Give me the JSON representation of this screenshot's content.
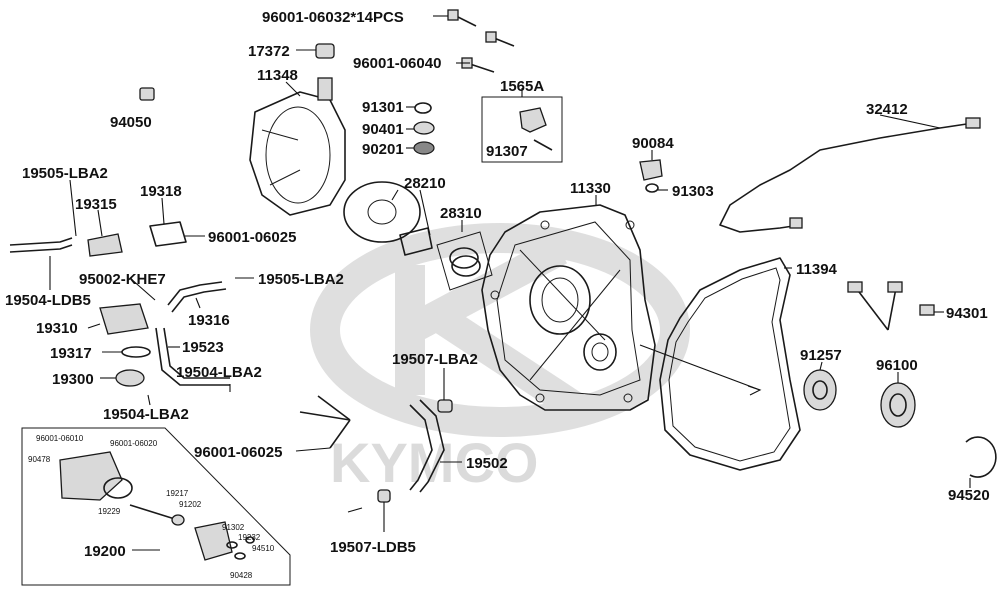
{
  "watermark": {
    "brand": "KYMCO"
  },
  "labels": {
    "p96001_06032": "96001-06032*14PCS",
    "p17372": "17372",
    "p96001_06040": "96001-06040",
    "p11348": "11348",
    "p94050": "94050",
    "p1565A": "1565A",
    "p91301": "91301",
    "p90401": "90401",
    "p90201": "90201",
    "p91307": "91307",
    "p32412": "32412",
    "p90084": "90084",
    "p91303": "91303",
    "p19505a": "19505-LBA2",
    "p19315": "19315",
    "p19318": "19318",
    "p28210": "28210",
    "p11330": "11330",
    "p96001_06025a": "96001-06025",
    "p28310": "28310",
    "p95002": "95002-KHE7",
    "p19505b": "19505-LBA2",
    "p11394": "11394",
    "p19504a": "19504-LDB5",
    "p94301": "94301",
    "p19316": "19316",
    "p19310": "19310",
    "p19523": "19523",
    "p19317": "19317",
    "p91257": "91257",
    "p96100": "96100",
    "p19507a": "19507-LBA2",
    "p19504b": "19504-LBA2",
    "p19300": "19300",
    "p19504c": "19504-LBA2",
    "p96001_06025b": "96001-06025",
    "p19502": "19502",
    "p94520": "94520",
    "p19507b": "19507-LDB5",
    "p19200": "19200"
  },
  "inset": {
    "p96001_06010": "96001-06010",
    "p96001_06020": "96001-06020",
    "p90478": "90478",
    "p19217": "19217",
    "p91202": "91202",
    "p19229": "19229",
    "p91302": "91302",
    "p19232": "19232",
    "p94510": "94510",
    "p90428": "90428"
  }
}
